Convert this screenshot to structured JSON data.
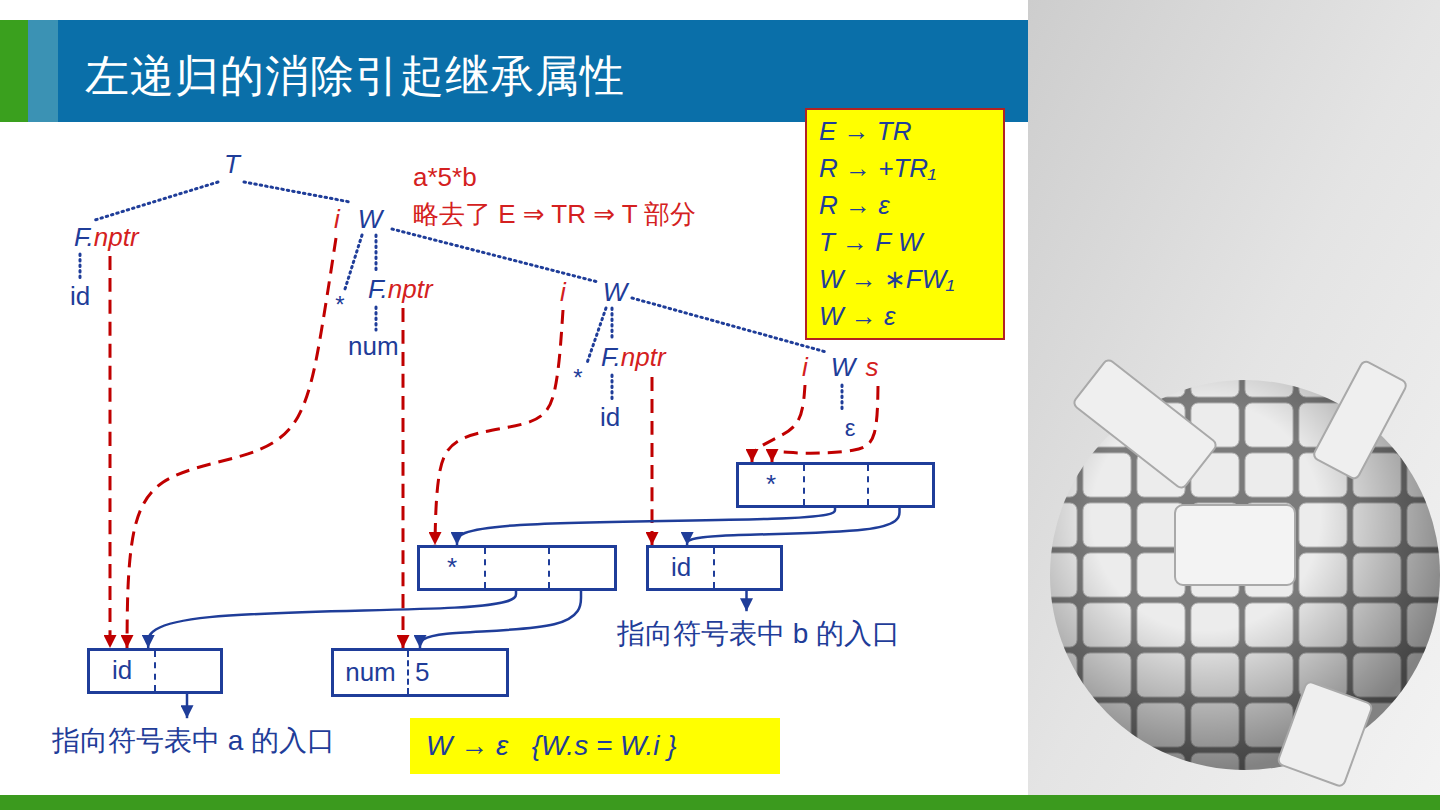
{
  "diagram": {
    "title": "左递归的消除引起继承属性",
    "nodes": [
      {
        "text": [
          "E → TR",
          "R → +TR₁",
          "R → ε",
          "T → F W",
          "W → ∗FW₁",
          "W → ε"
        ]
      },
      {
        "text": [
          "*"
        ]
      },
      {
        "text": [
          "*"
        ]
      },
      {
        "text": [
          "id"
        ]
      },
      {
        "text": [
          "id"
        ]
      },
      {
        "text": [
          "num",
          "5"
        ]
      },
      {
        "text": [
          "W → ε   {W.s = W.i }"
        ]
      }
    ],
    "edges": [
      {
        "from": 1,
        "to": 2,
        "arrow": "to"
      },
      {
        "from": 1,
        "to": 3,
        "arrow": "to"
      },
      {
        "from": 2,
        "to": 4,
        "arrow": "to"
      },
      {
        "from": 2,
        "to": 5,
        "arrow": "to"
      }
    ],
    "labels": [
      "a*5*b",
      "略去了 E ⇒ TR ⇒ T 部分",
      "T",
      "F.nptr",
      "id",
      "i",
      "W",
      "*",
      "F.nptr",
      "num",
      "i",
      "W",
      "*",
      "F.nptr",
      "id",
      "i",
      "W",
      "s",
      "ε",
      "指向符号表中 b 的入口",
      "指向符号表中 a 的入口"
    ]
  }
}
